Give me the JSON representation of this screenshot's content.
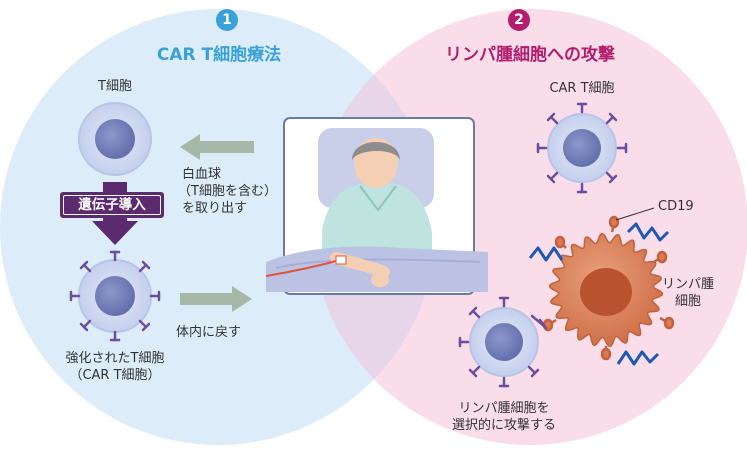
{
  "step1": {
    "number": "1",
    "title": "CAR T細胞療法"
  },
  "step2": {
    "number": "2",
    "title": "リンパ腫細胞への攻撃"
  },
  "left": {
    "t_cell_label": "T細胞",
    "gene_transfer_label": "遺伝子導入",
    "enhanced_label_line1": "強化されたT細胞",
    "enhanced_label_line2": "（CAR T細胞）"
  },
  "middle": {
    "extract_line1": "白血球",
    "extract_line2": "（T細胞を含む）",
    "extract_line3": "を取り出す",
    "return_label": "体内に戻す"
  },
  "right": {
    "car_t_label": "CAR T細胞",
    "cd19_label": "CD19",
    "lymphoma_line1": "リンパ腫",
    "lymphoma_line2": "細胞",
    "attack_line1": "リンパ腫細胞を",
    "attack_line2": "選択的に攻撃する"
  },
  "colors": {
    "left_circle": "#dbeef9",
    "right_circle": "#f8dce8",
    "overlap": "#ead8ec",
    "step1_accent": "#3aa1d8",
    "step2_accent": "#b21d6e",
    "gene_box": "#5c2a6f",
    "arrow_gray": "#9fb2a2",
    "cell_membrane": "#c7d2ee",
    "cell_nucleus": "#7480b8",
    "receptor": "#6a4f9c",
    "lymphoma_cell": "#d9825b",
    "lymphoma_nucleus": "#b45233",
    "antibody_blue": "#1f57b6"
  }
}
